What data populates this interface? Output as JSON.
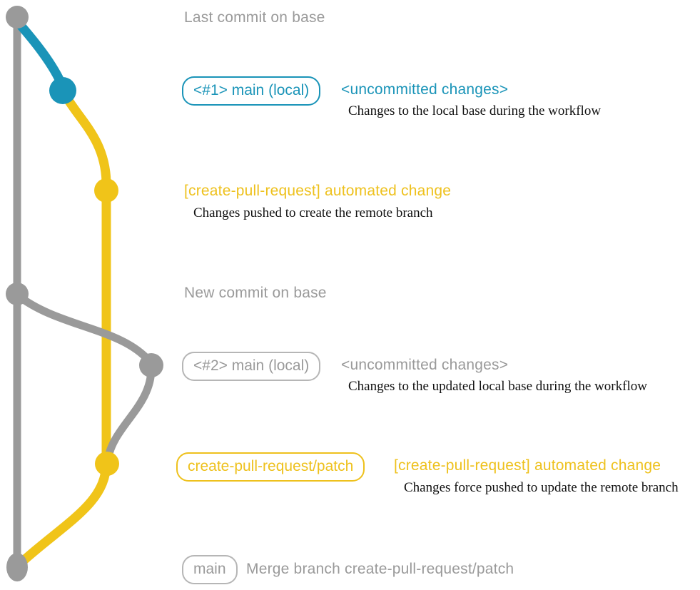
{
  "colors": {
    "gray": "#9a9a9a",
    "blue": "#1a94b8",
    "yellow": "#f0c419",
    "dark_text": "#111111",
    "gray_box_border": "#b6b6b6"
  },
  "annotations": {
    "last_commit_label": "Last commit on base",
    "branch1": {
      "badge": "<#1> main (local)",
      "status": "<uncommitted changes>",
      "desc": "Changes to the local base during the workflow"
    },
    "push1": {
      "title": "[create-pull-request] automated change",
      "desc": "Changes pushed to create the remote branch"
    },
    "new_commit_label": "New commit on base",
    "branch2": {
      "badge": "<#2> main (local)",
      "status": "<uncommitted changes>",
      "desc": "Changes to the updated local base during the workflow"
    },
    "push2": {
      "badge": "create-pull-request/patch",
      "title": "[create-pull-request] automated change",
      "desc": "Changes force pushed to update the remote branch"
    },
    "merge": {
      "badge": "main",
      "title": "Merge branch create-pull-request/patch"
    }
  }
}
